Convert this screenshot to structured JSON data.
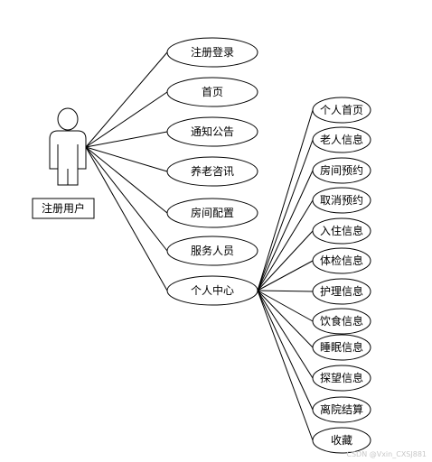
{
  "diagram": {
    "actor": {
      "label": "注册用户"
    },
    "use_cases": [
      {
        "label": "注册登录"
      },
      {
        "label": "首页"
      },
      {
        "label": "通知公告"
      },
      {
        "label": "养老咨讯"
      },
      {
        "label": "房间配置"
      },
      {
        "label": "服务人员"
      },
      {
        "label": "个人中心"
      }
    ],
    "sub_cases": [
      {
        "label": "个人首页"
      },
      {
        "label": "老人信息"
      },
      {
        "label": "房间预约"
      },
      {
        "label": "取消预约"
      },
      {
        "label": "入住信息"
      },
      {
        "label": "体检信息"
      },
      {
        "label": "护理信息"
      },
      {
        "label": "饮食信息"
      },
      {
        "label": "睡眠信息"
      },
      {
        "label": "探望信息"
      },
      {
        "label": "离院结算"
      },
      {
        "label": "收藏"
      }
    ],
    "watermark": "CSDN @Vxin_CXSJ881"
  },
  "colors": {
    "stroke": "#000000",
    "background": "#ffffff",
    "watermark": "#c8c8c8"
  }
}
